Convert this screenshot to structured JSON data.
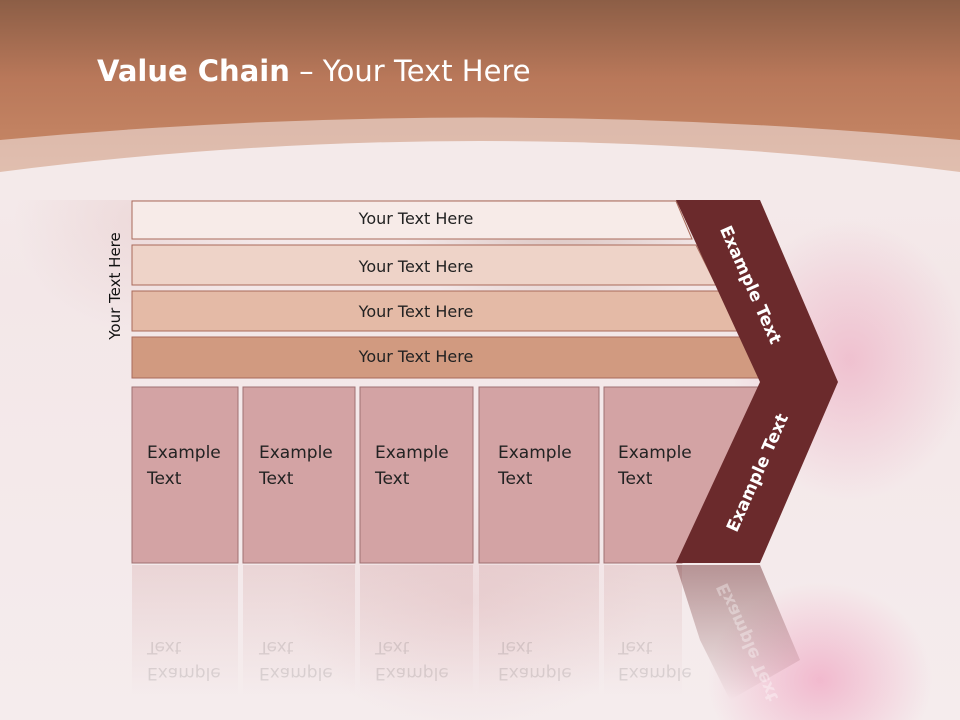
{
  "slide": {
    "title_bold": "Value Chain",
    "title_rest": " – Your Text Here",
    "side_label": "Your Text Here"
  },
  "bars": [
    {
      "label": "Your Text Here",
      "color": "#f7ebe8"
    },
    {
      "label": "Your Text Here",
      "color": "#eed3c8"
    },
    {
      "label": "Your Text Here",
      "color": "#e4baa6"
    },
    {
      "label": "Your Text Here",
      "color": "#d19a80"
    }
  ],
  "boxes": [
    {
      "line1": "Example",
      "line2": "Text"
    },
    {
      "line1": "Example",
      "line2": "Text"
    },
    {
      "line1": "Example",
      "line2": "Text"
    },
    {
      "line1": "Example",
      "line2": "Text"
    },
    {
      "line1": "Example",
      "line2": "Text"
    }
  ],
  "chevron": {
    "upper_label": "Example Text",
    "lower_label": "Example Text",
    "color": "#6b2a2c"
  },
  "colors": {
    "box_fill": "#d3a3a4",
    "header": "#b9785a"
  }
}
